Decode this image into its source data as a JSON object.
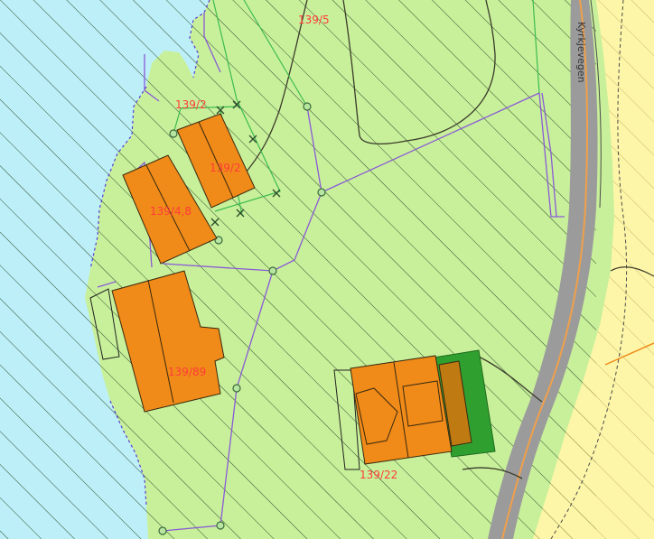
{
  "map": {
    "colors": {
      "water": "#bdeff8",
      "land": "#c8f09a",
      "road_fill": "#9b9b9b",
      "road_center": "#f0a04b",
      "building": "#f08a18",
      "building_stroke": "#3a2a10",
      "green_area": "#2fa02f",
      "dark_annex": "#c07a12",
      "east_area": "#fdf6a8",
      "hatch": "#2f4f2f",
      "boundary_purple": "#8a5ad6",
      "boundary_green": "#3bbb4f",
      "label_red": "#ff3c3c"
    },
    "labels": {
      "parcel_139_5": "139/5",
      "parcel_139_2_top": "139/2",
      "parcel_139_2_inside": "139/2",
      "parcel_139_4_8": "139/4,8",
      "parcel_139_89": "139/89",
      "parcel_139_22": "139/22",
      "road_name": "Kyrkjevegen"
    }
  }
}
